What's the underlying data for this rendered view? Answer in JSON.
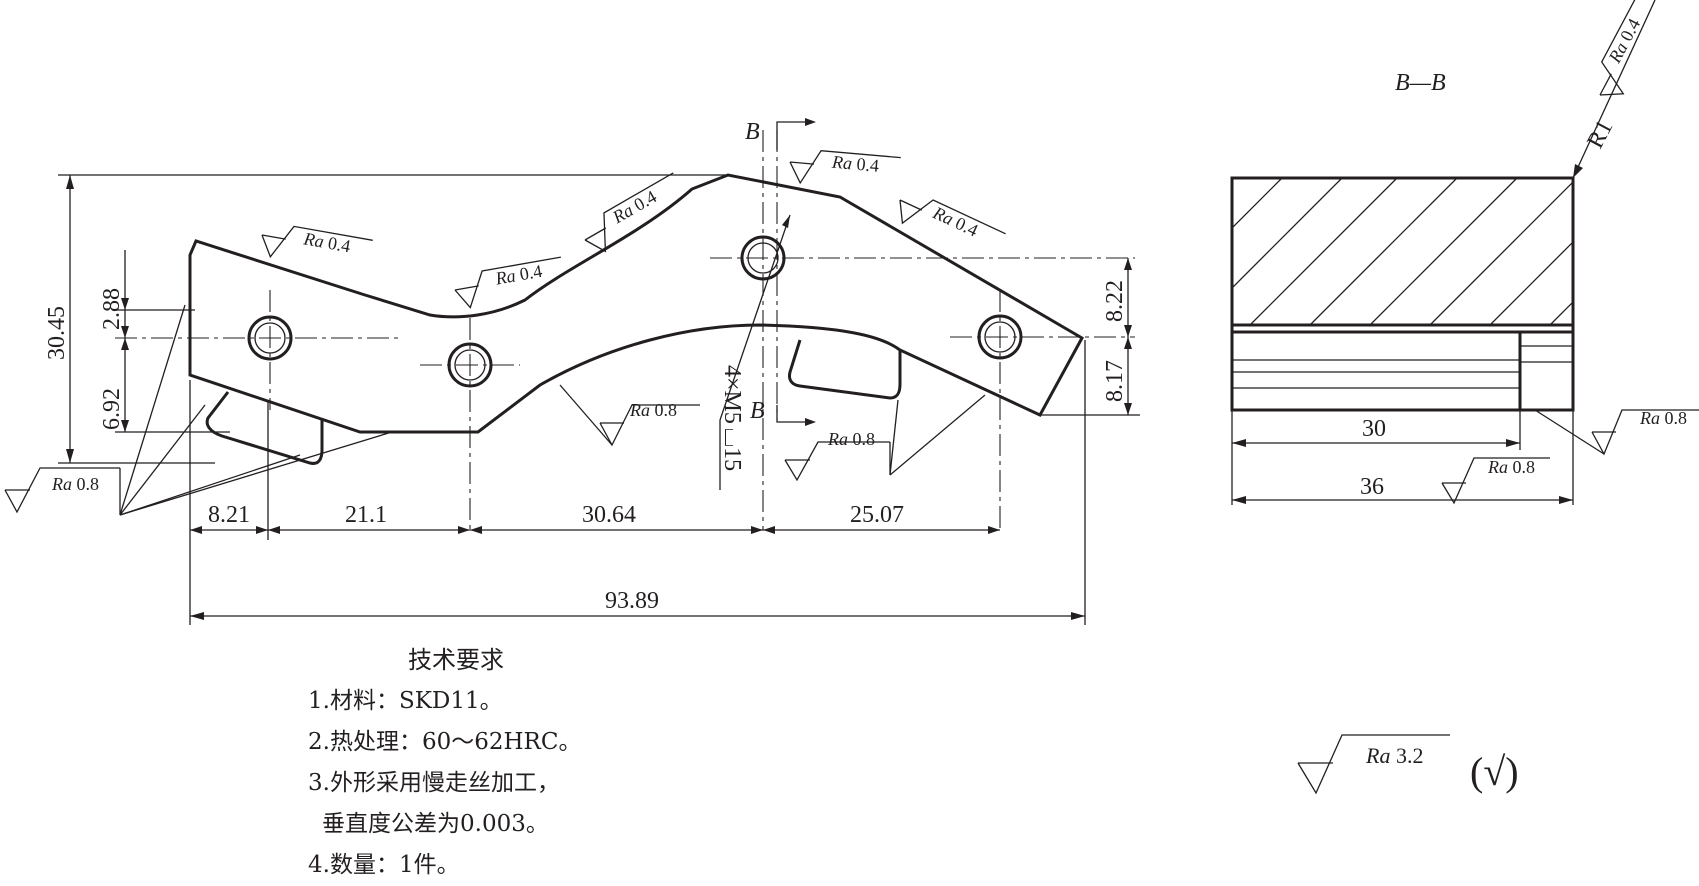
{
  "dimensions": {
    "top_8_21": "8.21",
    "top_21_1": "21.1",
    "top_30_64": "30.64",
    "top_25_07": "25.07",
    "overall_93_89": "93.89",
    "left_30_45": "30.45",
    "left_2_88": "2.88",
    "left_6_92": "6.92",
    "right_8_22": "8.22",
    "right_8_17": "8.17",
    "thread": "4×M5",
    "thread_depth": "15",
    "section_30": "30",
    "section_36": "36",
    "radius": "R1"
  },
  "section_labels": {
    "b_top": "B",
    "b_bottom": "B",
    "section_title": "B—B"
  },
  "roughness": {
    "prefix": "Ra",
    "r04": "0.4",
    "r08": "0.8",
    "r32": "3.2"
  },
  "notes": {
    "title": "技术要求",
    "items": [
      "1.材料：SKD11。",
      "2.热处理：60～62HRC。",
      "3.外形采用慢走丝加工，",
      "垂直度公差为0.003。",
      "4.数量：1件。"
    ]
  },
  "general_symbol_suffix": "(√)"
}
